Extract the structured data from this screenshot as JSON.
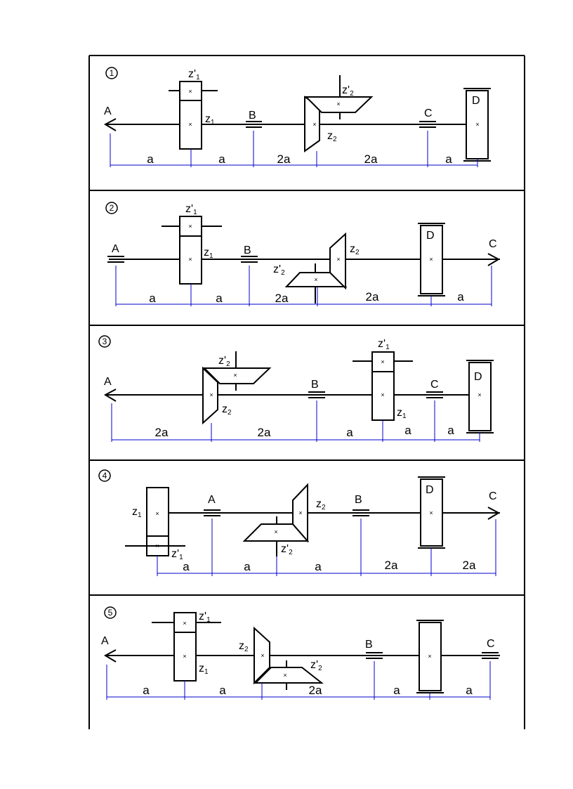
{
  "panels": [
    {
      "number": "1",
      "labels": {
        "A": "A",
        "B": "B",
        "C": "C",
        "D": "D",
        "z1": "z",
        "z1_sub": "1",
        "z1p": "z'",
        "z1p_sub": "1",
        "z2": "z",
        "z2_sub": "2",
        "z2p": "z'",
        "z2p_sub": "2"
      },
      "dims": [
        "a",
        "a",
        "2a",
        "2a",
        "a"
      ]
    },
    {
      "number": "2",
      "labels": {
        "A": "A",
        "B": "B",
        "C": "C",
        "D": "D",
        "z1": "z",
        "z1_sub": "1",
        "z1p": "z'",
        "z1p_sub": "1",
        "z2": "z",
        "z2_sub": "2",
        "z2p": "z'",
        "z2p_sub": "2"
      },
      "dims": [
        "a",
        "a",
        "2a",
        "2a",
        "a"
      ]
    },
    {
      "number": "3",
      "labels": {
        "A": "A",
        "B": "B",
        "C": "C",
        "D": "D",
        "z1": "z",
        "z1_sub": "1",
        "z1p": "z'",
        "z1p_sub": "1",
        "z2": "z",
        "z2_sub": "2",
        "z2p": "z'",
        "z2p_sub": "2"
      },
      "dims": [
        "2a",
        "2a",
        "a",
        "a",
        "a"
      ]
    },
    {
      "number": "4",
      "labels": {
        "A": "A",
        "B": "B",
        "C": "C",
        "D": "D",
        "z1": "z",
        "z1_sub": "1",
        "z1p": "z'",
        "z1p_sub": "1",
        "z2": "z",
        "z2_sub": "2",
        "z2p": "z'",
        "z2p_sub": "2"
      },
      "dims": [
        "a",
        "a",
        "a",
        "2a",
        "2a"
      ]
    },
    {
      "number": "5",
      "labels": {
        "A": "A",
        "B": "B",
        "C": "C",
        "z1": "z",
        "z1_sub": "1",
        "z1p": "z'",
        "z1p_sub": "1",
        "z2": "z",
        "z2_sub": "2",
        "z2p": "z'",
        "z2p_sub": "2"
      },
      "dims": [
        "a",
        "a",
        "2a",
        "a",
        "a"
      ]
    }
  ],
  "center_mark": "×",
  "colors": {
    "line": "#000000",
    "dimension": "#0000cc"
  }
}
